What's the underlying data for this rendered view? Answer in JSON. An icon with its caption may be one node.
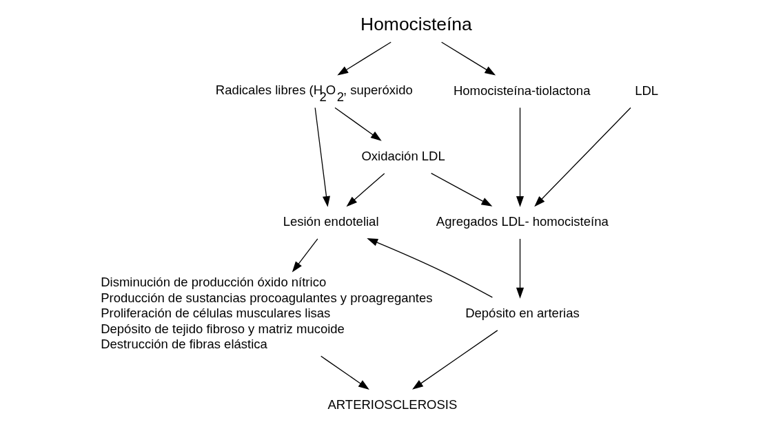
{
  "diagram": {
    "nodes": [
      {
        "text": [
          "Homocisteína"
        ]
      },
      {
        "text": [
          "Radicales libres (H$_{2}$O$_{2}$, superóxido"
        ]
      },
      {
        "text": [
          "Homocisteína-tiolactona"
        ]
      },
      {
        "text": [
          "LDL"
        ]
      },
      {
        "text": [
          "Oxidación LDL"
        ]
      },
      {
        "text": [
          "Lesión endotelial"
        ]
      },
      {
        "text": [
          "Agregados LDL- homocisteína"
        ]
      },
      {
        "text": [
          "Disminución de producción óxido nítrico",
          "Producción de sustancias procoagulantes y proagregantes",
          "Proliferación de células musculares lisas",
          "Depósito de tejido fibroso y matriz mucoide",
          "Destrucción de fibras elástica"
        ]
      },
      {
        "text": [
          "Depósito en arterias"
        ]
      },
      {
        "text": [
          "ARTERIOSCLEROSIS"
        ]
      }
    ],
    "edges": [
      {
        "from": 0,
        "to": 1,
        "arrow": "to"
      },
      {
        "from": 0,
        "to": 2,
        "arrow": "to"
      },
      {
        "from": 1,
        "to": 5,
        "arrow": "to"
      },
      {
        "from": 1,
        "to": 4,
        "arrow": "to"
      },
      {
        "from": 4,
        "to": 5,
        "arrow": "to"
      },
      {
        "from": 4,
        "to": 6,
        "arrow": "to"
      },
      {
        "from": 2,
        "to": 6,
        "arrow": "to"
      },
      {
        "from": 3,
        "to": 6,
        "arrow": "to"
      },
      {
        "from": 5,
        "to": 7,
        "arrow": "to"
      },
      {
        "from": 6,
        "to": 8,
        "arrow": "to"
      },
      {
        "from": 8,
        "to": 5,
        "arrow": "to"
      },
      {
        "from": 8,
        "to": 9,
        "arrow": "to"
      },
      {
        "from": 7,
        "to": 9,
        "arrow": "to"
      }
    ]
  }
}
